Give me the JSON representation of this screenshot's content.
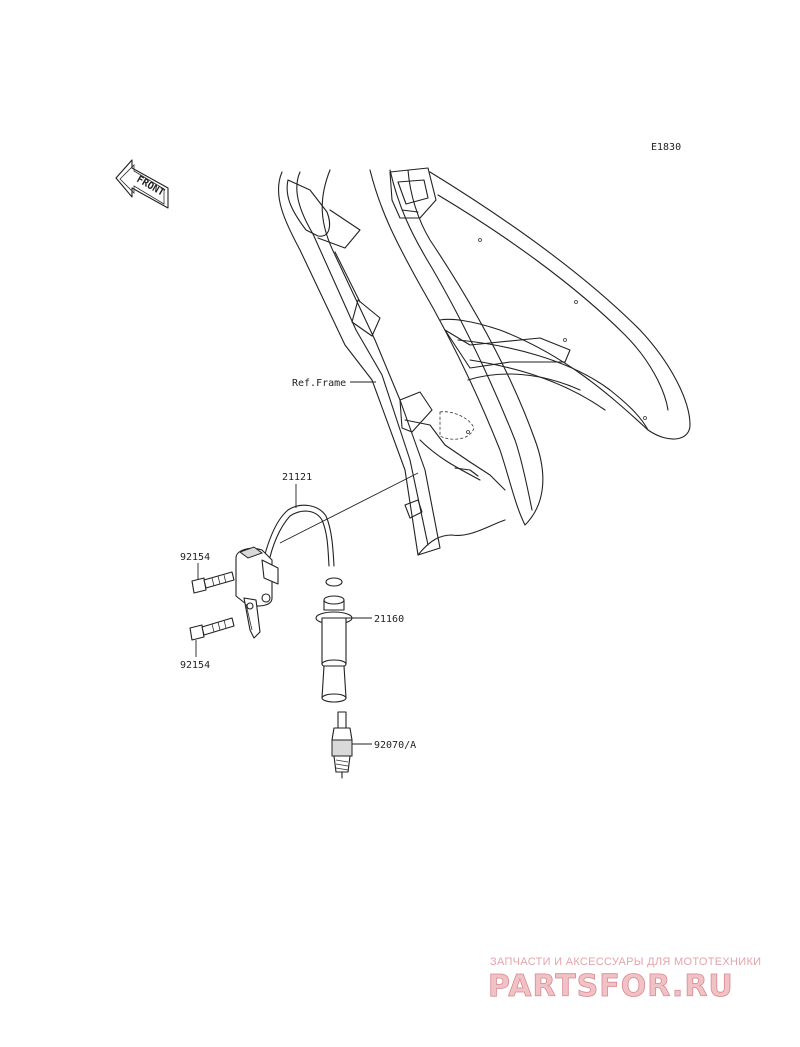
{
  "diagram": {
    "code": "E1830",
    "front_marker": "FRONT",
    "ref_label": "Ref.Frame",
    "callouts": {
      "coil_cable": "21121",
      "bolt_upper": "92154",
      "bolt_lower": "92154",
      "plug_cap": "21160",
      "spark_plug": "92070/A"
    }
  },
  "watermark": {
    "tagline": "ЗАПЧАСТИ И АКСЕССУАРЫ ДЛЯ МОТОТЕХНИКИ",
    "brand": "PARTSFOR.RU",
    "color": "#e08a94"
  }
}
